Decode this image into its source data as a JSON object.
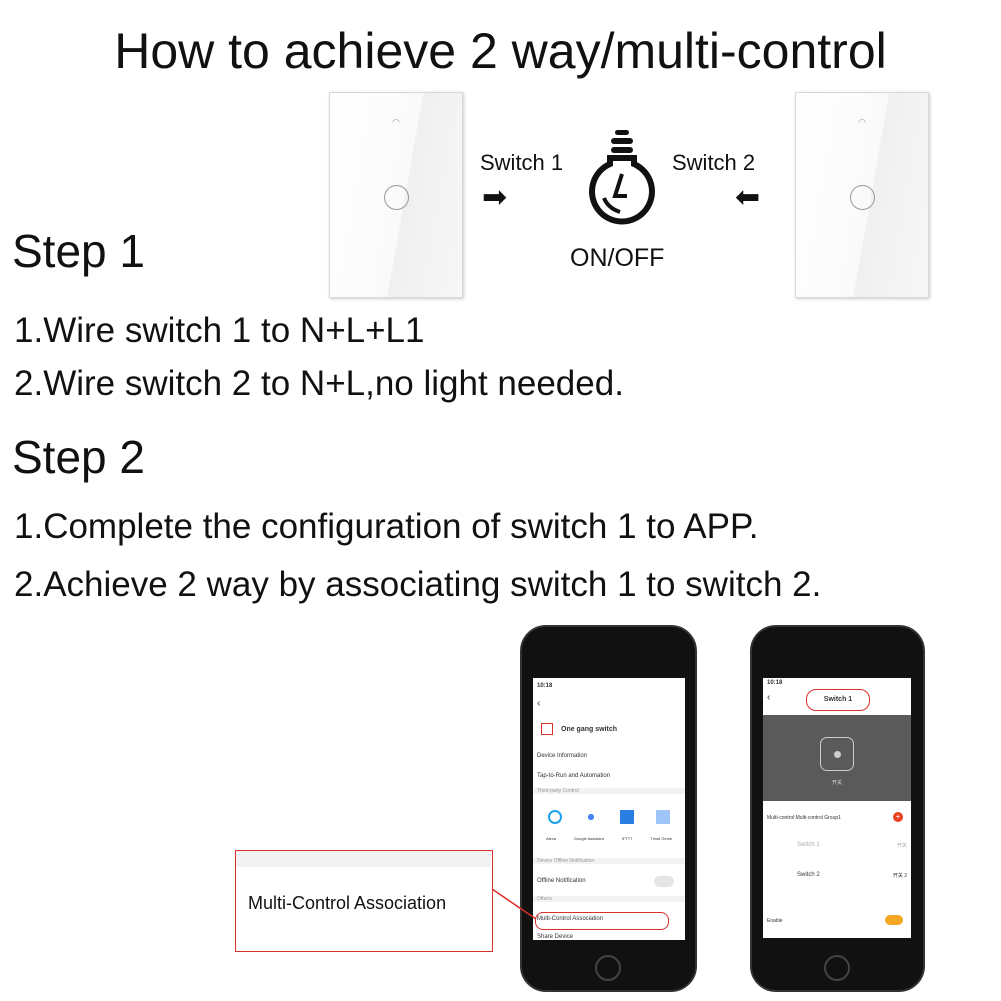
{
  "title": "How to achieve 2 way/multi-control",
  "diagram": {
    "switch1_label": "Switch 1",
    "switch2_label": "Switch 2",
    "bulb_label": "ON/OFF",
    "arrow_right": "➡",
    "arrow_left": "⬅"
  },
  "step1": {
    "heading": "Step 1",
    "lines": [
      "1.Wire switch 1 to N+L+L1",
      "2.Wire switch 2 to N+L,no light needed."
    ]
  },
  "step2": {
    "heading": "Step 2",
    "lines": [
      "1.Complete the configuration of switch 1 to APP.",
      "2.Achieve 2 way by associating switch 1 to switch 2."
    ]
  },
  "callout": "Multi-Control Association",
  "accent_color": "#d9302c",
  "phone1": {
    "time": "10:18",
    "device": "One gang switch",
    "items": [
      "Device Information",
      "Tap-to-Run and Automation"
    ],
    "third_party_header": "Third-party Control",
    "services": [
      "Alexa",
      "Google Assistant",
      "IFTTT",
      "Tmall Genie"
    ],
    "offline_header": "Device Offline Notification",
    "offline_label": "Offline Notification",
    "others_header": "Others",
    "multi_control": "Multi-Control Association",
    "share": "Share Device"
  },
  "phone2": {
    "time": "10:18",
    "title": "Switch 1",
    "switch_name": "开关",
    "group": "Multi-control:Multi-control Group1",
    "switches": [
      {
        "name": "Switch 1",
        "channel": "开关"
      },
      {
        "name": "Switch 2",
        "channel": "开关 2"
      }
    ],
    "enable_label": "Enable",
    "enabled": true
  }
}
